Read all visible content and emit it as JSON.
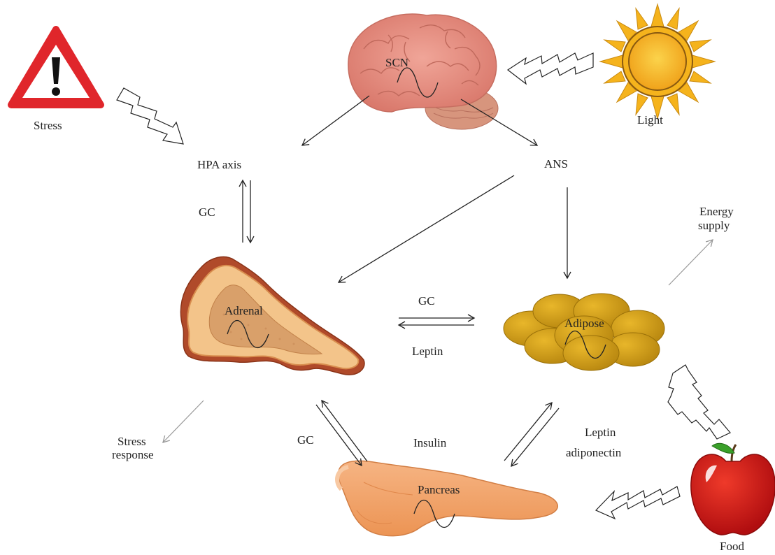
{
  "labels": {
    "stress": "Stress",
    "light": "Light",
    "food": "Food",
    "hpa_axis": "HPA axis",
    "ans": "ANS",
    "gc_left": "GC",
    "energy_supply_line1": "Energy",
    "energy_supply_line2": "supply",
    "scn": "SCN",
    "adrenal": "Adrenal",
    "adipose": "Adipose",
    "pancreas": "Pancreas",
    "gc_middle": "GC",
    "leptin_middle": "Leptin",
    "gc_lower": "GC",
    "insulin": "Insulin",
    "leptin_adiponectin_line1": "Leptin",
    "leptin_adiponectin_line2": "adiponectin",
    "stress_response_line1": "Stress",
    "stress_response_line2": "response"
  },
  "colors": {
    "warning_red": "#e0262b",
    "sun_yellow": "#f5b31c",
    "brain_pink": "#e89287",
    "adrenal_orange": "#e8a35a",
    "adipose_gold": "#d7a21a",
    "pancreas_orange": "#f2a36a",
    "apple_red": "#d8191b",
    "arrow": "#222222",
    "arrow_gray": "#999999"
  }
}
